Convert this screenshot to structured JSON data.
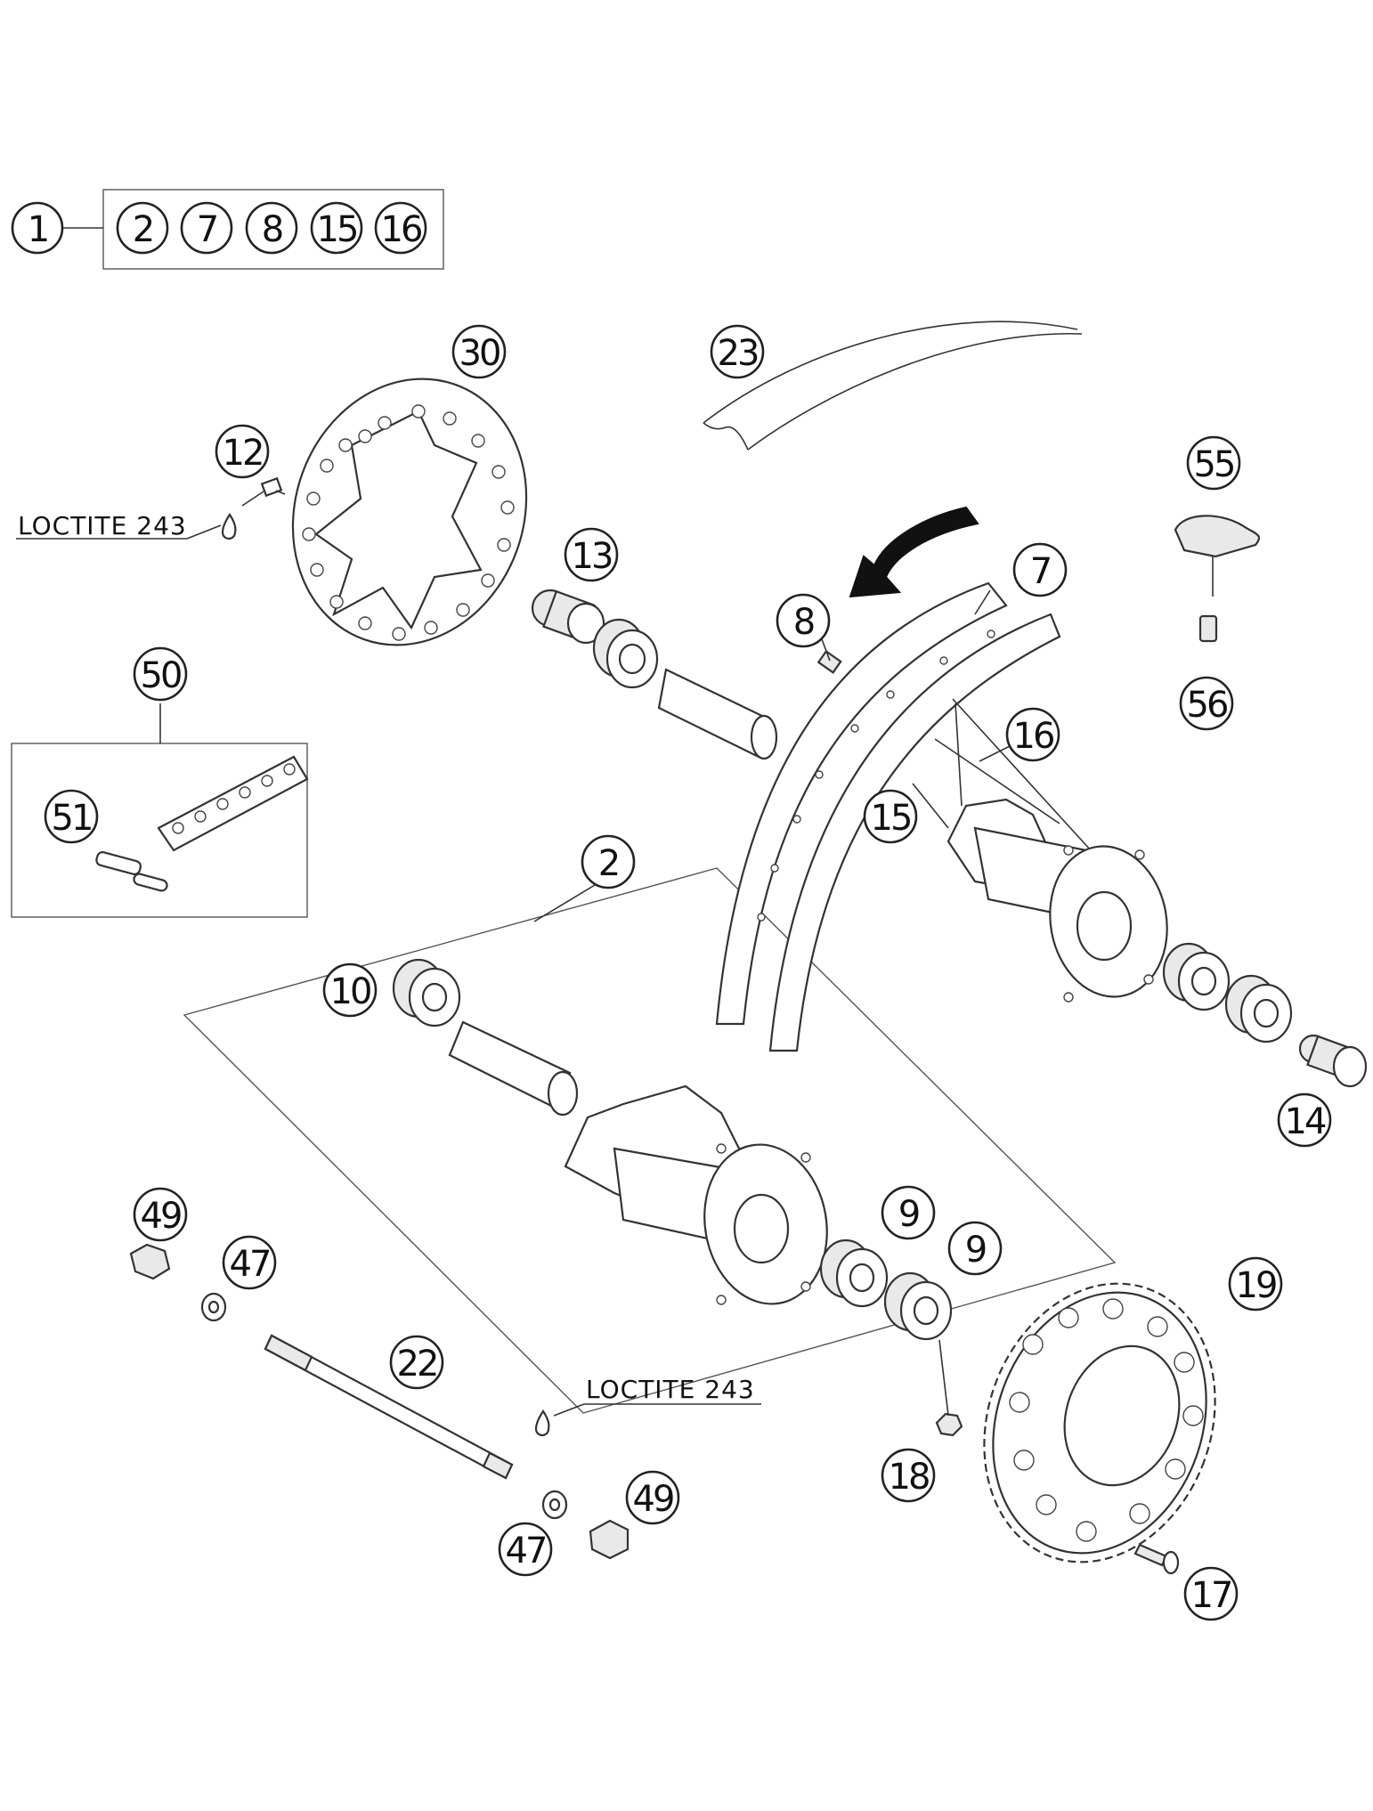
{
  "kit": {
    "main": "1",
    "contents": [
      "2",
      "7",
      "8",
      "15",
      "16"
    ]
  },
  "callouts": {
    "p2": "2",
    "p7": "7",
    "p8": "8",
    "p9a": "9",
    "p9b": "9",
    "p10": "10",
    "p12": "12",
    "p13": "13",
    "p14": "14",
    "p15": "15",
    "p16": "16",
    "p17": "17",
    "p18": "18",
    "p19": "19",
    "p22": "22",
    "p23": "23",
    "p30": "30",
    "p47a": "47",
    "p47b": "47",
    "p49a": "49",
    "p49b": "49",
    "p50": "50",
    "p51": "51",
    "p55": "55",
    "p56": "56"
  },
  "notes": {
    "loctite_top": "LOCTITE 243",
    "loctite_bottom": "LOCTITE 243"
  }
}
